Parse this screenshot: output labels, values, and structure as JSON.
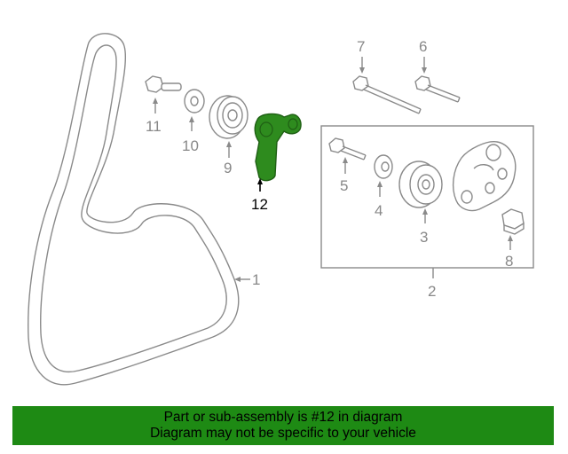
{
  "colors": {
    "highlight_part": "#2e8b1e",
    "banner_background": "#1e8a14",
    "line_art": "#8a8a8a"
  },
  "callouts": {
    "c1": "1",
    "c2": "2",
    "c3": "3",
    "c4": "4",
    "c5": "5",
    "c6": "6",
    "c7": "7",
    "c8": "8",
    "c9": "9",
    "c10": "10",
    "c11": "11",
    "c12": "12"
  },
  "highlighted_part": "12",
  "banner": {
    "line1": "Part or sub-assembly is #12 in diagram",
    "line2": "Diagram may not be specific to your vehicle"
  }
}
